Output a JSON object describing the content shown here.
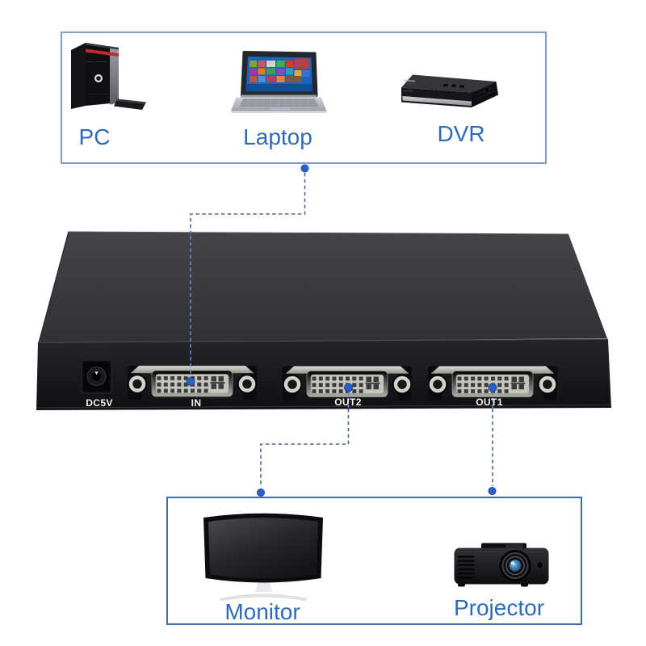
{
  "image": {
    "kind": "product-connection-diagram",
    "subject": "2-port DVI splitter box with input sources and output displays"
  },
  "colors": {
    "background": "#ffffff",
    "sources_box_border": "#7e9cc6",
    "outputs_box_border": "#3e6ab2",
    "device_label_text": "#2e6ab6",
    "port_label_text": "#f4f4f4",
    "dashed_line": "#55678c",
    "dashed_line_on_device": "#5f8ad9",
    "connection_dot": "#2b60c8",
    "splitter_top_face": "#3d3d41",
    "splitter_front_face": "#1a1a1d",
    "dvi_connector_body": "#d8d6d0"
  },
  "sources_panel": {
    "items": [
      {
        "name": "pc",
        "label": "PC"
      },
      {
        "name": "laptop",
        "label": "Laptop"
      },
      {
        "name": "dvr",
        "label": "DVR"
      }
    ]
  },
  "splitter": {
    "ports": [
      {
        "name": "power",
        "label": "DC5V"
      },
      {
        "name": "dvi-in",
        "label": "IN"
      },
      {
        "name": "dvi-out2",
        "label": "OUT2"
      },
      {
        "name": "dvi-out1",
        "label": "OUT1"
      }
    ]
  },
  "outputs_panel": {
    "items": [
      {
        "name": "monitor",
        "label": "Monitor"
      },
      {
        "name": "projector",
        "label": "Projector"
      }
    ]
  },
  "icons": {
    "sources": [
      "pc-icon",
      "laptop-icon",
      "dvr-icon"
    ],
    "device": "dvi-splitter-device",
    "outputs": [
      "monitor-icon",
      "projector-icon"
    ],
    "connection_dot": "connection-dot",
    "dashed_line": "connection-dashed-line"
  }
}
